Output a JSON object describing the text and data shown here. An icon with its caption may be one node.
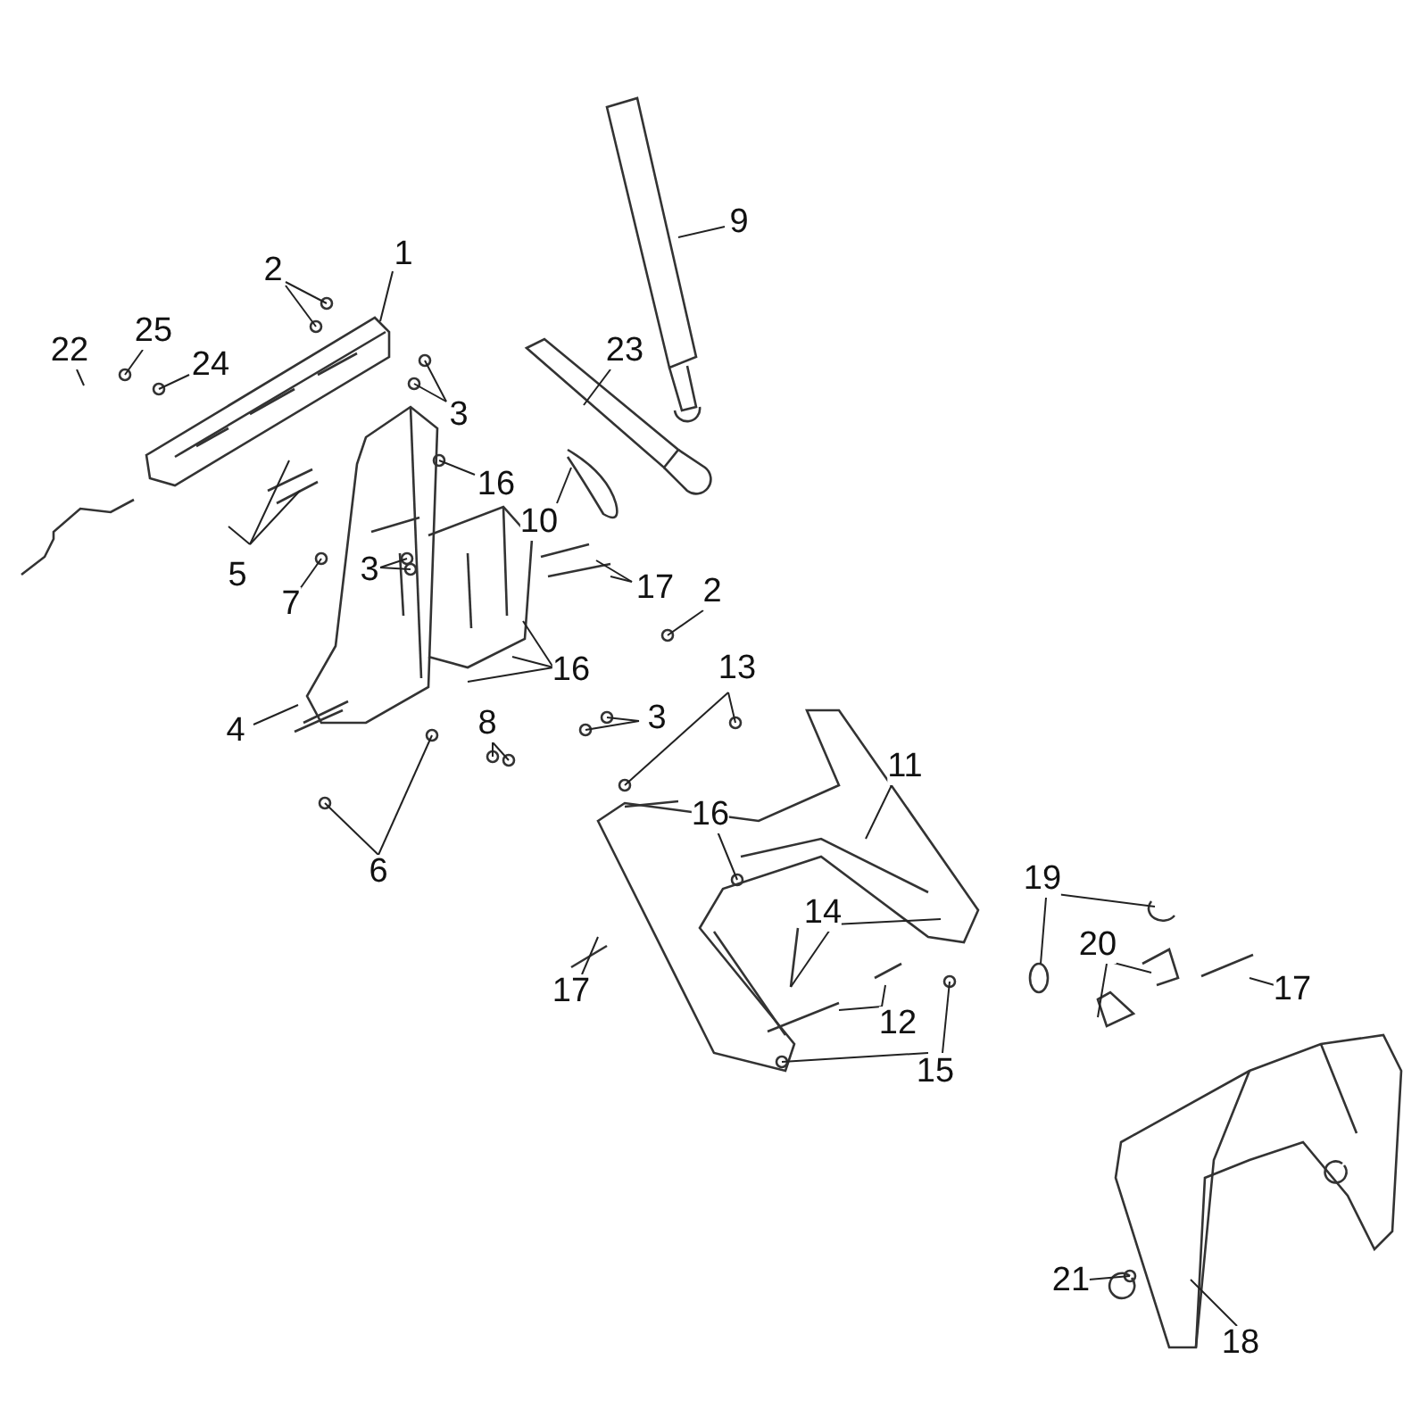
{
  "diagram": {
    "nodes": [
      {
        "text": [
          "1"
        ]
      },
      {
        "text": [
          "2"
        ]
      },
      {
        "text": [
          "9"
        ]
      },
      {
        "text": [
          "25"
        ]
      },
      {
        "text": [
          "22"
        ]
      },
      {
        "text": [
          "23"
        ]
      },
      {
        "text": [
          "24"
        ]
      },
      {
        "text": [
          "3"
        ]
      },
      {
        "text": [
          "16"
        ]
      },
      {
        "text": [
          "10"
        ]
      },
      {
        "text": [
          "3"
        ]
      },
      {
        "text": [
          "5"
        ]
      },
      {
        "text": [
          "17"
        ]
      },
      {
        "text": [
          "2"
        ]
      },
      {
        "text": [
          "7"
        ]
      },
      {
        "text": [
          "16"
        ]
      },
      {
        "text": [
          "13"
        ]
      },
      {
        "text": [
          "3"
        ]
      },
      {
        "text": [
          "8"
        ]
      },
      {
        "text": [
          "4"
        ]
      },
      {
        "text": [
          "11"
        ]
      },
      {
        "text": [
          "16"
        ]
      },
      {
        "text": [
          "6"
        ]
      },
      {
        "text": [
          "19"
        ]
      },
      {
        "text": [
          "14"
        ]
      },
      {
        "text": [
          "20"
        ]
      },
      {
        "text": [
          "17"
        ]
      },
      {
        "text": [
          "17"
        ]
      },
      {
        "text": [
          "12"
        ]
      },
      {
        "text": [
          "15"
        ]
      },
      {
        "text": [
          "21"
        ]
      },
      {
        "text": [
          "18"
        ]
      }
    ],
    "edges": [
      {
        "from": 0,
        "to": null,
        "arrow": "none"
      },
      {
        "from": 1,
        "to": null,
        "arrow": "none"
      },
      {
        "from": 1,
        "to": null,
        "arrow": "none"
      },
      {
        "from": 2,
        "to": null,
        "arrow": "none"
      },
      {
        "from": 3,
        "to": null,
        "arrow": "none"
      },
      {
        "from": 4,
        "to": null,
        "arrow": "none"
      },
      {
        "from": 5,
        "to": null,
        "arrow": "none"
      },
      {
        "from": 6,
        "to": null,
        "arrow": "none"
      },
      {
        "from": 7,
        "to": null,
        "arrow": "none"
      },
      {
        "from": 7,
        "to": null,
        "arrow": "none"
      },
      {
        "from": 8,
        "to": null,
        "arrow": "none"
      },
      {
        "from": 9,
        "to": null,
        "arrow": "none"
      },
      {
        "from": 10,
        "to": null,
        "arrow": "none"
      },
      {
        "from": 10,
        "to": null,
        "arrow": "none"
      },
      {
        "from": 11,
        "to": null,
        "arrow": "none"
      },
      {
        "from": 11,
        "to": null,
        "arrow": "none"
      },
      {
        "from": 11,
        "to": null,
        "arrow": "none"
      },
      {
        "from": 12,
        "to": null,
        "arrow": "none"
      },
      {
        "from": 12,
        "to": null,
        "arrow": "none"
      },
      {
        "from": 13,
        "to": null,
        "arrow": "none"
      },
      {
        "from": 14,
        "to": null,
        "arrow": "none"
      },
      {
        "from": 15,
        "to": null,
        "arrow": "none"
      },
      {
        "from": 15,
        "to": null,
        "arrow": "none"
      },
      {
        "from": 15,
        "to": null,
        "arrow": "none"
      },
      {
        "from": 16,
        "to": null,
        "arrow": "none"
      },
      {
        "from": 16,
        "to": null,
        "arrow": "none"
      },
      {
        "from": 17,
        "to": null,
        "arrow": "none"
      },
      {
        "from": 17,
        "to": null,
        "arrow": "none"
      },
      {
        "from": 18,
        "to": null,
        "arrow": "none"
      },
      {
        "from": 18,
        "to": null,
        "arrow": "none"
      },
      {
        "from": 19,
        "to": null,
        "arrow": "none"
      },
      {
        "from": 20,
        "to": null,
        "arrow": "none"
      },
      {
        "from": 21,
        "to": null,
        "arrow": "none"
      },
      {
        "from": 22,
        "to": null,
        "arrow": "none"
      },
      {
        "from": 22,
        "to": null,
        "arrow": "none"
      },
      {
        "from": 23,
        "to": null,
        "arrow": "none"
      },
      {
        "from": 23,
        "to": null,
        "arrow": "none"
      },
      {
        "from": 24,
        "to": null,
        "arrow": "none"
      },
      {
        "from": 24,
        "to": null,
        "arrow": "none"
      },
      {
        "from": 25,
        "to": null,
        "arrow": "none"
      },
      {
        "from": 25,
        "to": null,
        "arrow": "none"
      },
      {
        "from": 26,
        "to": null,
        "arrow": "none"
      },
      {
        "from": 27,
        "to": null,
        "arrow": "none"
      },
      {
        "from": 28,
        "to": null,
        "arrow": "none"
      },
      {
        "from": 28,
        "to": null,
        "arrow": "none"
      },
      {
        "from": 29,
        "to": null,
        "arrow": "none"
      },
      {
        "from": 29,
        "to": null,
        "arrow": "none"
      },
      {
        "from": 30,
        "to": null,
        "arrow": "none"
      },
      {
        "from": 31,
        "to": null,
        "arrow": "none"
      }
    ]
  }
}
